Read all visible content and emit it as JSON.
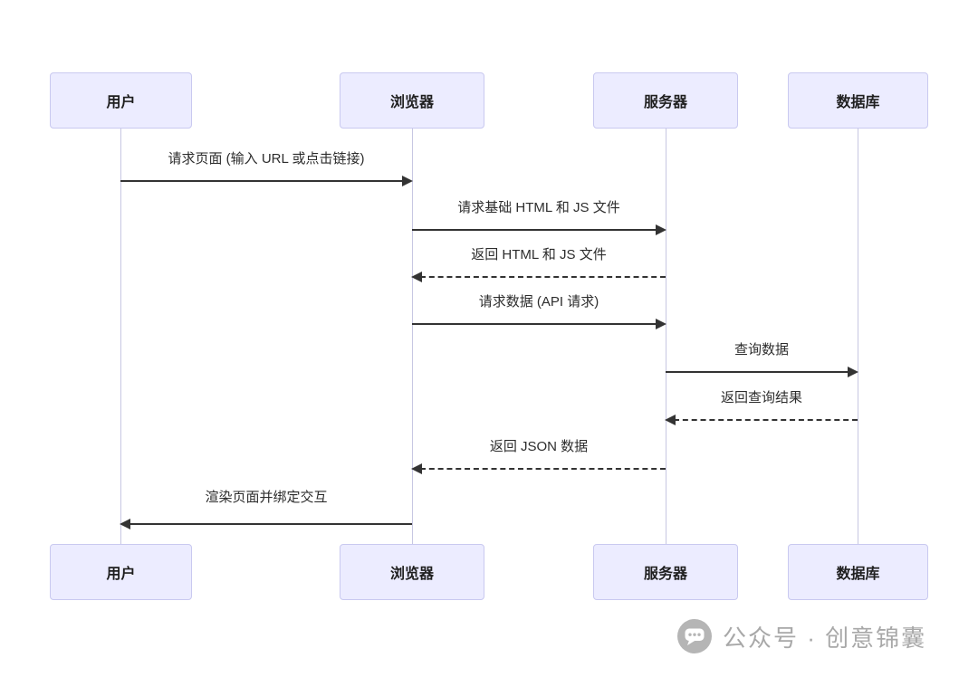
{
  "diagram": {
    "type": "sequence",
    "actors": [
      {
        "id": "user",
        "label": "用户"
      },
      {
        "id": "browser",
        "label": "浏览器"
      },
      {
        "id": "server",
        "label": "服务器"
      },
      {
        "id": "database",
        "label": "数据库"
      }
    ],
    "messages": [
      {
        "from": "user",
        "to": "browser",
        "style": "solid",
        "label": "请求页面 (输入 URL 或点击链接)"
      },
      {
        "from": "browser",
        "to": "server",
        "style": "solid",
        "label": "请求基础 HTML 和 JS 文件"
      },
      {
        "from": "server",
        "to": "browser",
        "style": "dashed",
        "label": "返回 HTML 和 JS 文件"
      },
      {
        "from": "browser",
        "to": "server",
        "style": "solid",
        "label": "请求数据 (API 请求)"
      },
      {
        "from": "server",
        "to": "database",
        "style": "solid",
        "label": "查询数据"
      },
      {
        "from": "database",
        "to": "server",
        "style": "dashed",
        "label": "返回查询结果"
      },
      {
        "from": "server",
        "to": "browser",
        "style": "dashed",
        "label": "返回 JSON 数据"
      },
      {
        "from": "browser",
        "to": "user",
        "style": "solid",
        "label": "渲染页面并绑定交互"
      }
    ],
    "colors": {
      "actor_fill": "#ececff",
      "actor_border": "#c9c9f0",
      "lifeline": "#c7c7e2",
      "arrow": "#333333"
    }
  },
  "watermark": {
    "icon": "speech-bubble-icon",
    "text": "公众号 · 创意锦囊",
    "color": "#a8a8a8"
  }
}
